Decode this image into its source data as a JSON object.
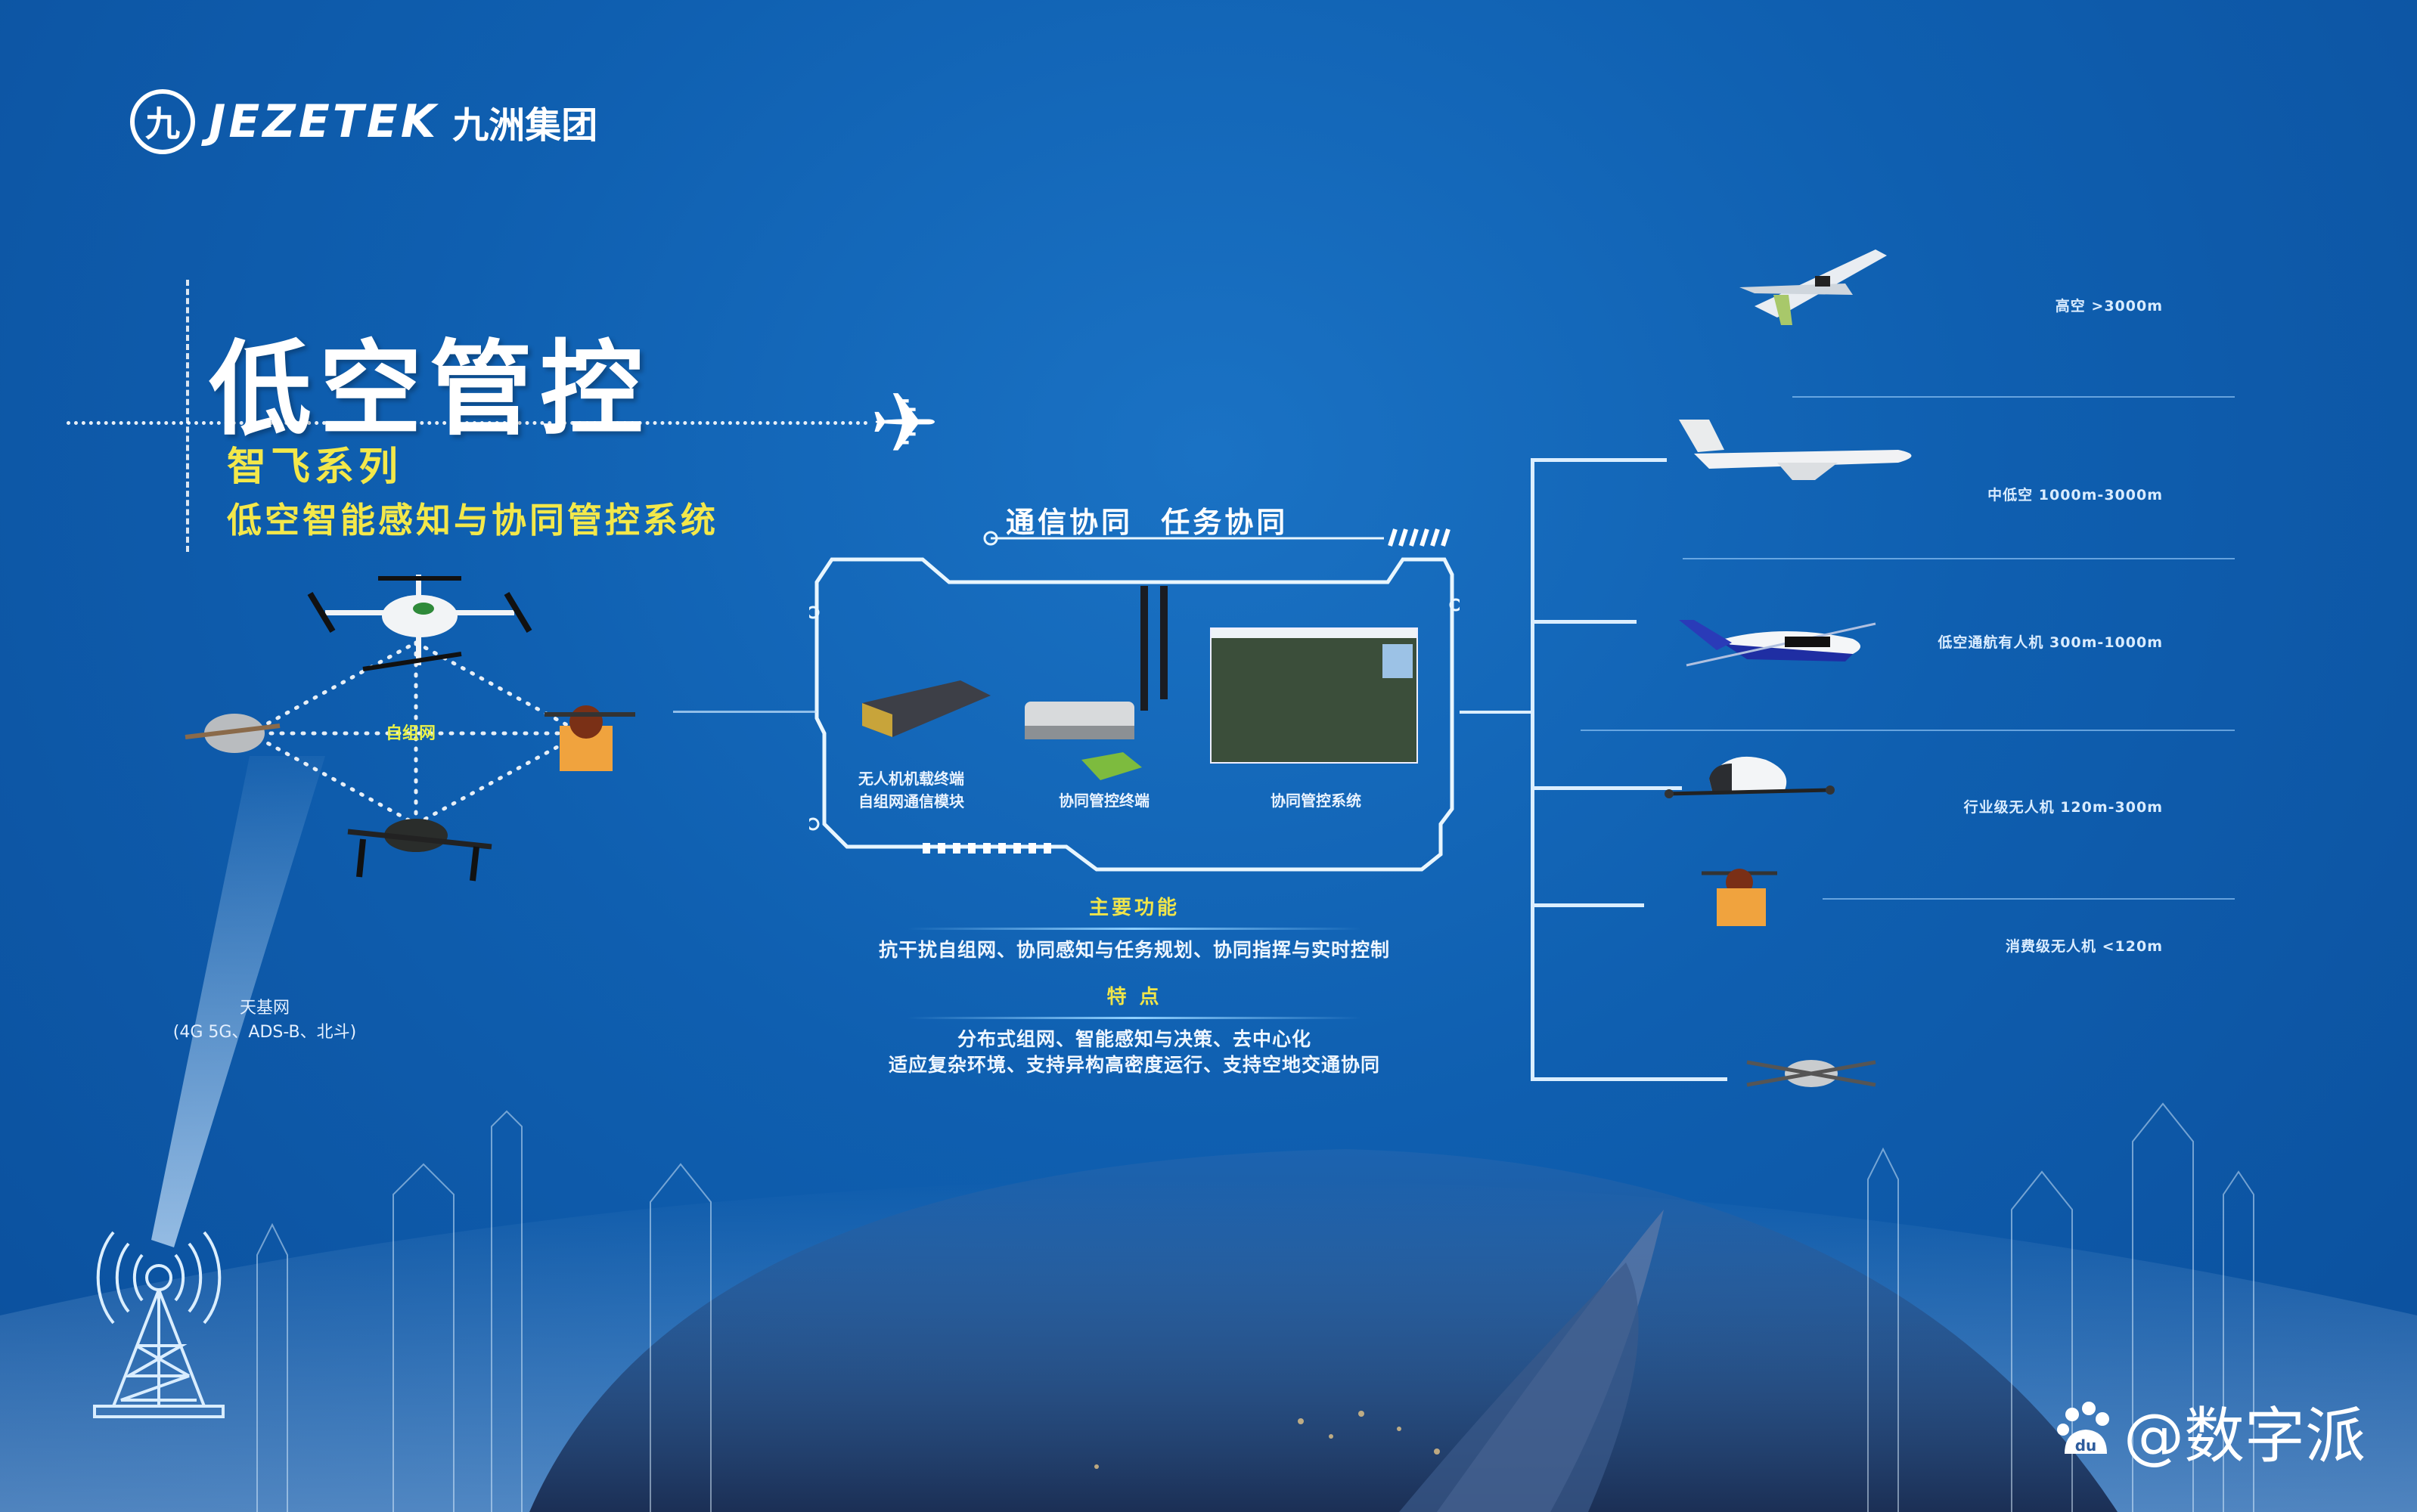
{
  "brand": {
    "mark": "九",
    "name_en": "JEZETEK",
    "name_cn": "九洲集团"
  },
  "title": {
    "main": "低空管控",
    "series": "智飞系列",
    "system": "低空智能感知与协同管控系统"
  },
  "network": {
    "center_label": "自组网",
    "ground_label_line1": "天基网",
    "ground_label_line2": "(4G 5G、ADS-B、北斗)"
  },
  "panel": {
    "title": "通信协同  任务协同",
    "products": [
      {
        "label_line1": "无人机机载终端",
        "label_line2": "自组网通信模块"
      },
      {
        "label_line1": "协同管控终端",
        "label_line2": ""
      },
      {
        "label_line1": "协同管控系统",
        "label_line2": ""
      }
    ]
  },
  "functions": {
    "heading": "主要功能",
    "text": "抗干扰自组网、协同感知与任务规划、协同指挥与实时控制"
  },
  "features": {
    "heading": "特  点",
    "line1": "分布式组网、智能感知与决策、去中心化",
    "line2": "适应复杂环境、支持异构高密度运行、支持空地交通协同"
  },
  "altitude_tiers": [
    {
      "aircraft": "airliner",
      "label": "高空 >3000m"
    },
    {
      "aircraft": "business-jet",
      "label": "中低空 1000m-3000m"
    },
    {
      "aircraft": "helicopter",
      "label": "低空通航有人机 300m-1000m"
    },
    {
      "aircraft": "evtol",
      "label": "行业级无人机 120m-300m"
    },
    {
      "aircraft": "delivery-drone",
      "label": "消费级无人机 <120m"
    }
  ],
  "watermark": {
    "text": "@数字派"
  },
  "colors": {
    "background": "#0f5fb0",
    "accent_yellow": "#f3e84a",
    "line": "#dbeeff"
  }
}
